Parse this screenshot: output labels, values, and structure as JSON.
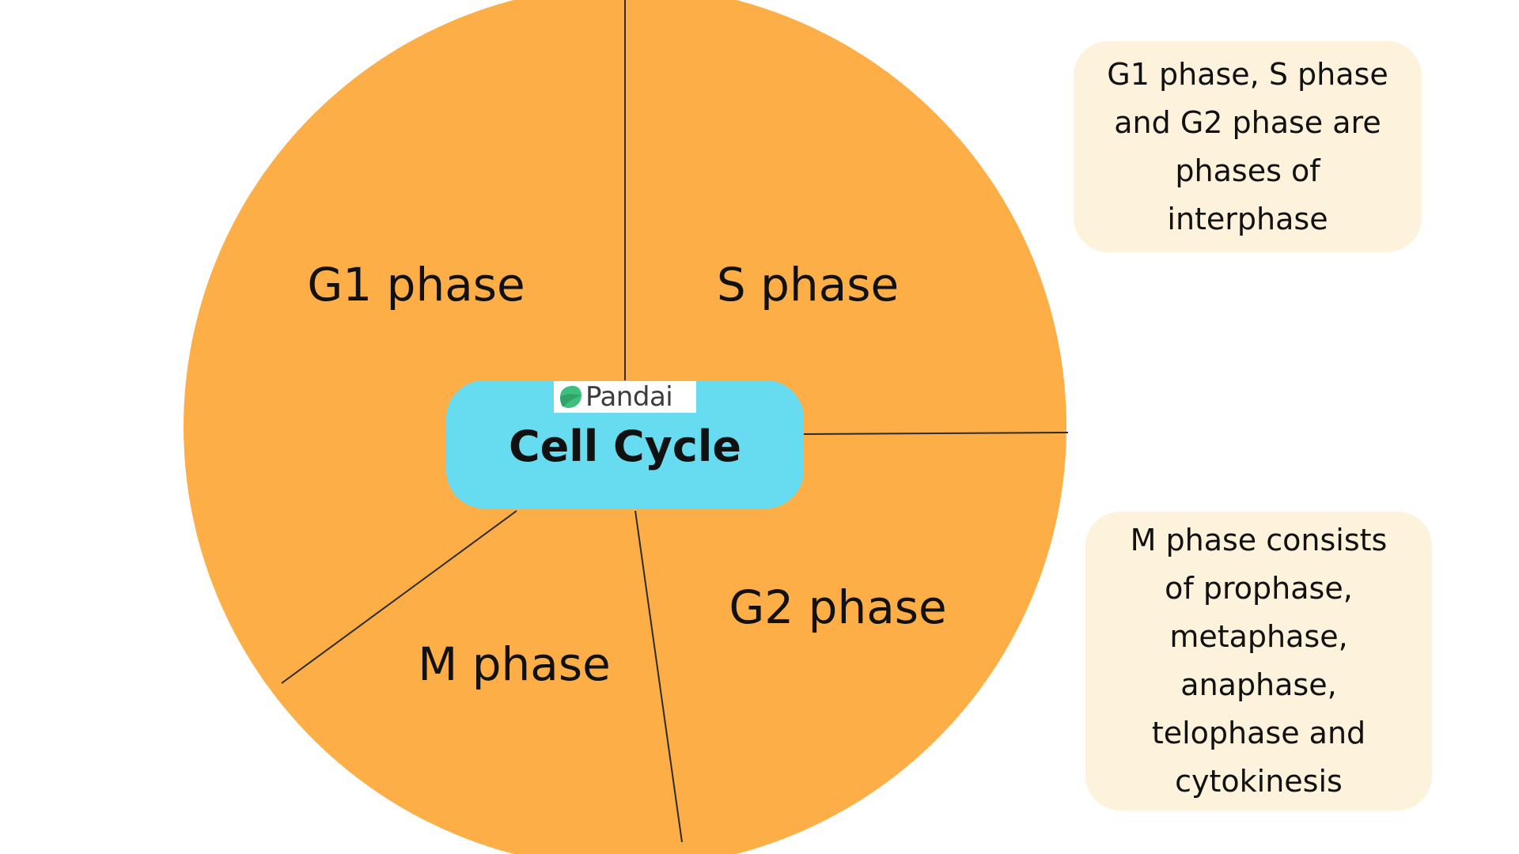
{
  "diagram": {
    "center_title": "Cell Cycle",
    "logo_text": "Pandai",
    "phases": [
      {
        "label": "G1 phase"
      },
      {
        "label": "S phase"
      },
      {
        "label": "G2 phase"
      },
      {
        "label": "M phase"
      }
    ],
    "notes": [
      {
        "text": "G1 phase, S phase\nand G2 phase are\nphases of\ninterphase"
      },
      {
        "text": "M phase consists\nof prophase,\nmetaphase,\nanaphase,\ntelophase and\ncytokinesis"
      }
    ],
    "colors": {
      "wheel": "#fdae47",
      "center": "#67dcf0",
      "note_bg": "#fdf2dc",
      "divider": "#2b2b2b",
      "logo_green": "#3fbf7f"
    }
  }
}
